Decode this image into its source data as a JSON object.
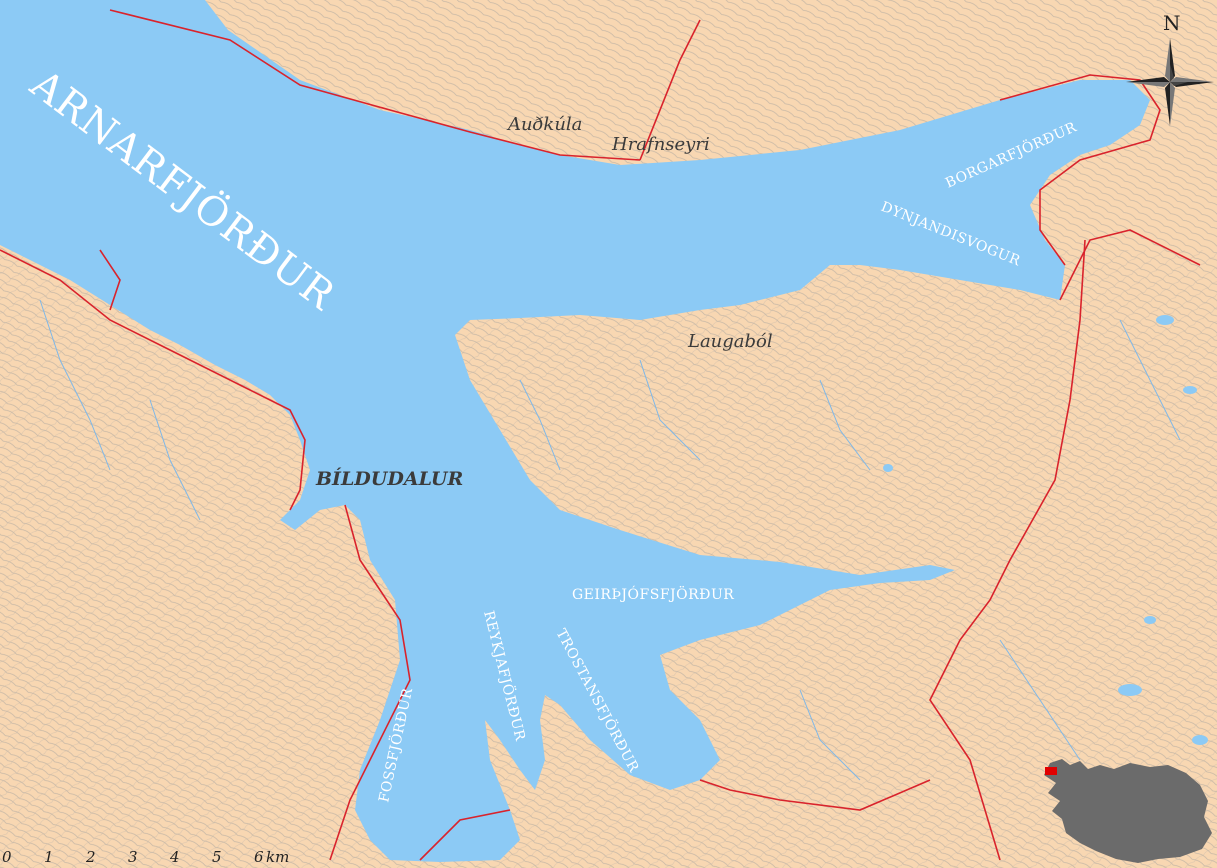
{
  "colors": {
    "land": "#f8d7b2",
    "water": "#8ccaf5",
    "roads": "#d9232c",
    "contours": "#b9aea0",
    "streams": "#7fb8e8",
    "iceland_silhouette": "#6b6b6b",
    "locator_box": "#e10000"
  },
  "labels": {
    "arnarfjordur": "ARNARFJÖRÐUR",
    "borgarfjordur": "BORGARFJÖRÐUR",
    "dynjandisvogur": "DYNJANDISVOGUR",
    "geirthjofsfjordur": "GEIRÞJÓFSFJÖRÐUR",
    "reykjafjordur": "REYKJAFJÖRÐUR",
    "trostansfjordur": "TROSTANSFJÖRÐUR",
    "fossfjordur": "FOSSFJÖRÐUR",
    "audkula": "Auðkúla",
    "hrafnseyri": "Hrafnseyri",
    "laugabol": "Laugaból",
    "bildudalur": "BÍLDUDALUR"
  },
  "compass": {
    "north_label": "N"
  },
  "scale_bar": {
    "ticks": [
      "0",
      "1",
      "2",
      "3",
      "4",
      "5",
      "6"
    ],
    "unit": "km"
  },
  "inset": {
    "icon": "iceland-locator-icon"
  }
}
